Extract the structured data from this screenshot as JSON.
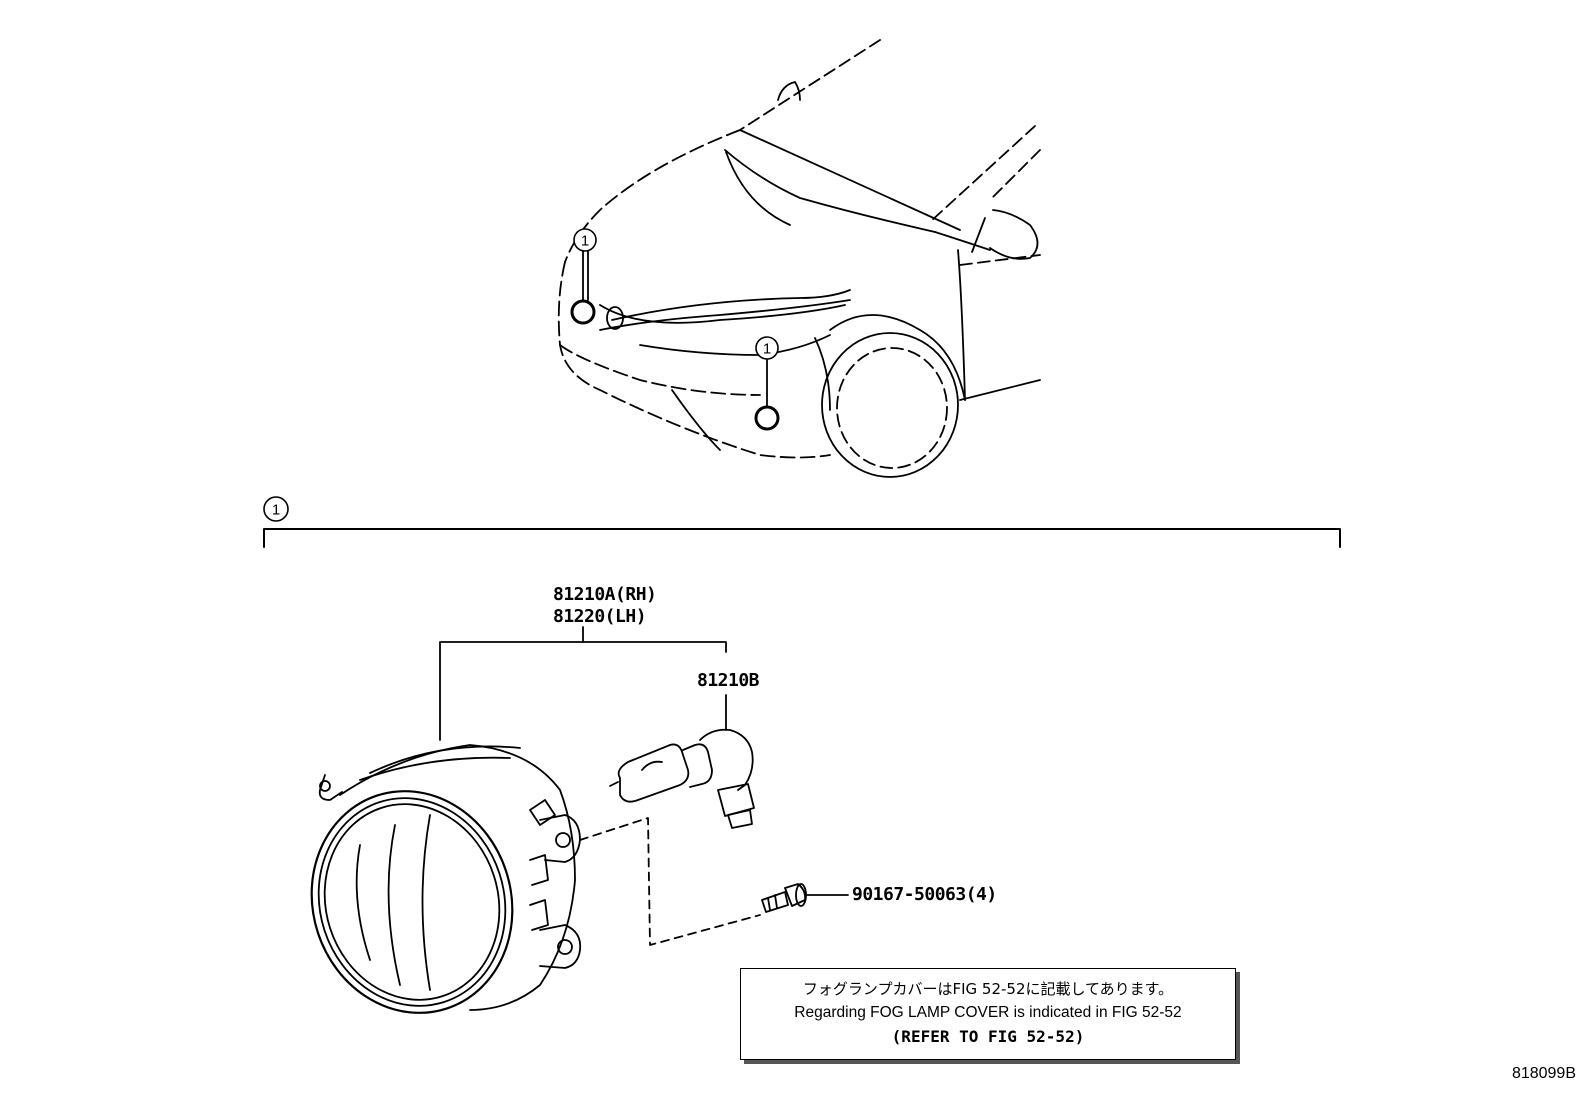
{
  "diagram": {
    "callout_marker": "1",
    "part_labels": {
      "lamp_rh": "81210A(RH)",
      "lamp_lh": "81220(LH)",
      "bulb": "81210B",
      "screw": "90167-50063(4)"
    },
    "note": {
      "line_jp": "フォグランプカバーはFIG 52-52に記載してあります。",
      "line_en": "Regarding FOG LAMP COVER is indicated in FIG 52-52",
      "line_ref": "(REFER TO FIG 52-52)"
    },
    "figure_id": "818099B"
  }
}
